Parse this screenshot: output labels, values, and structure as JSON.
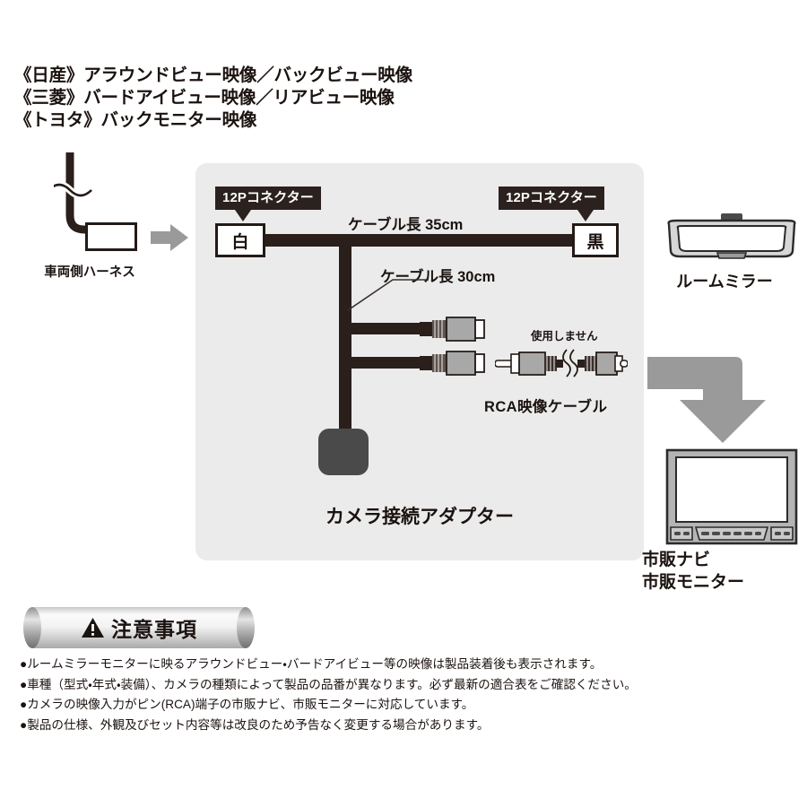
{
  "heading": {
    "lines": [
      "《日産》アラウンドビュー映像／バックビュー映像",
      "《三菱》バードアイビュー映像／リアビュー映像",
      "《トヨタ》バックモニター映像"
    ]
  },
  "harness": {
    "label": "車両側ハーネス"
  },
  "panel": {
    "connector_tab_left": "12Pコネクター",
    "connector_tab_right": "12Pコネクター",
    "connector_left_value": "白",
    "connector_right_value": "黒",
    "cable_length_main": "ケーブル長 35cm",
    "cable_length_branch": "ケーブル長 30cm",
    "plug_unused_label": "使用しません",
    "rca_cable_label": "RCA映像ケーブル",
    "adapter_label": "カメラ接続アダプター"
  },
  "right_column": {
    "mirror_label": "ルームミラー",
    "navi_label_line1": "市販ナビ",
    "navi_label_line2": "市販モニター"
  },
  "caution": {
    "banner_title": "注意事項",
    "warning_icon": "warning-triangle-icon",
    "notes": [
      "●ルームミラーモニターに映るアラウンドビュー・バードアイビュー等の映像は製品装着後も表示されます。",
      "●車種（型式・年式・装備）、カメラの種類によって製品の品番が異なります。必ず最新の適合表をご確認ください。",
      "●カメラの映像入力がピン(RCA)端子の市販ナビ、市販モニターに対応しています。",
      "●製品の仕様、外観及びセット内容等は改良のため予告なく変更する場合があります。"
    ]
  },
  "colors": {
    "panel_bg": "#ebebeb",
    "cable": "#2b1f1b",
    "tab_bg": "#2b211e",
    "arrow_gray": "#9a9a9a",
    "adapter_body": "#4a4a4a",
    "text": "#1b1310"
  }
}
